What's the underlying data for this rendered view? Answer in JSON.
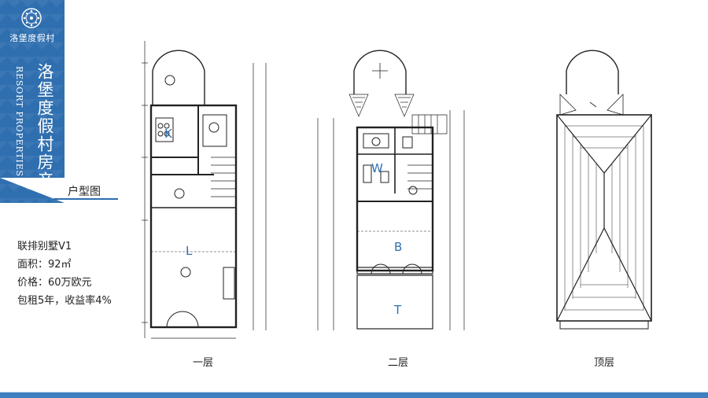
{
  "brand": {
    "name": "洛堡度假村",
    "vertical_cn": "洛堡度假村房产",
    "vertical_en": "RESORT PROPERTIES",
    "accent_color": "#2f6fb0"
  },
  "page": {
    "title": "户型图"
  },
  "info": {
    "line1": "联排别墅V1",
    "line2": "面积：92㎡",
    "line3": "价格：60万欧元",
    "line4": "包租5年，收益率4%"
  },
  "plans": {
    "floor1_label": "一层",
    "floor2_label": "二层",
    "roof_label": "顶层",
    "tags": {
      "k": "K",
      "l": "L",
      "w": "W",
      "b": "B",
      "t": "T"
    }
  },
  "icons": {
    "logo": "compass-logo-icon"
  }
}
